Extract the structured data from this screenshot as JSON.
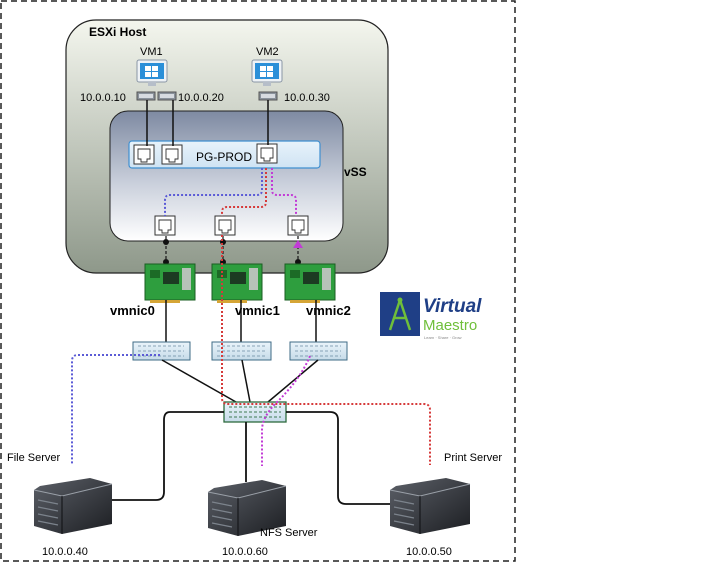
{
  "host": {
    "title": "ESXi Host"
  },
  "vss": {
    "label": "vSS",
    "portgroup": "PG-PROD"
  },
  "vms": [
    {
      "name": "VM1",
      "ip_left": "10.0.0.10",
      "ip_right": "10.0.0.20"
    },
    {
      "name": "VM2",
      "ip": "10.0.0.30"
    }
  ],
  "vmnics": [
    "vmnic0",
    "vmnic1",
    "vmnic2"
  ],
  "servers": [
    {
      "label": "File Server",
      "ip": "10.0.0.40"
    },
    {
      "label": "NFS Server",
      "ip": "10.0.0.60"
    },
    {
      "label": "Print Server",
      "ip": "10.0.0.50"
    }
  ],
  "logo": {
    "line1": "Virtual",
    "line2": "Maestro",
    "tagline": "Learn · Share · Grow"
  },
  "colors": {
    "vmnic0_path": "#5b5bd6",
    "vmnic1_path": "#d63a3a",
    "vmnic2_path": "#c23bd6",
    "nic_green": "#2e9e3e",
    "logo_blue": "#1f3f86",
    "logo_green": "#6fbf3a"
  }
}
